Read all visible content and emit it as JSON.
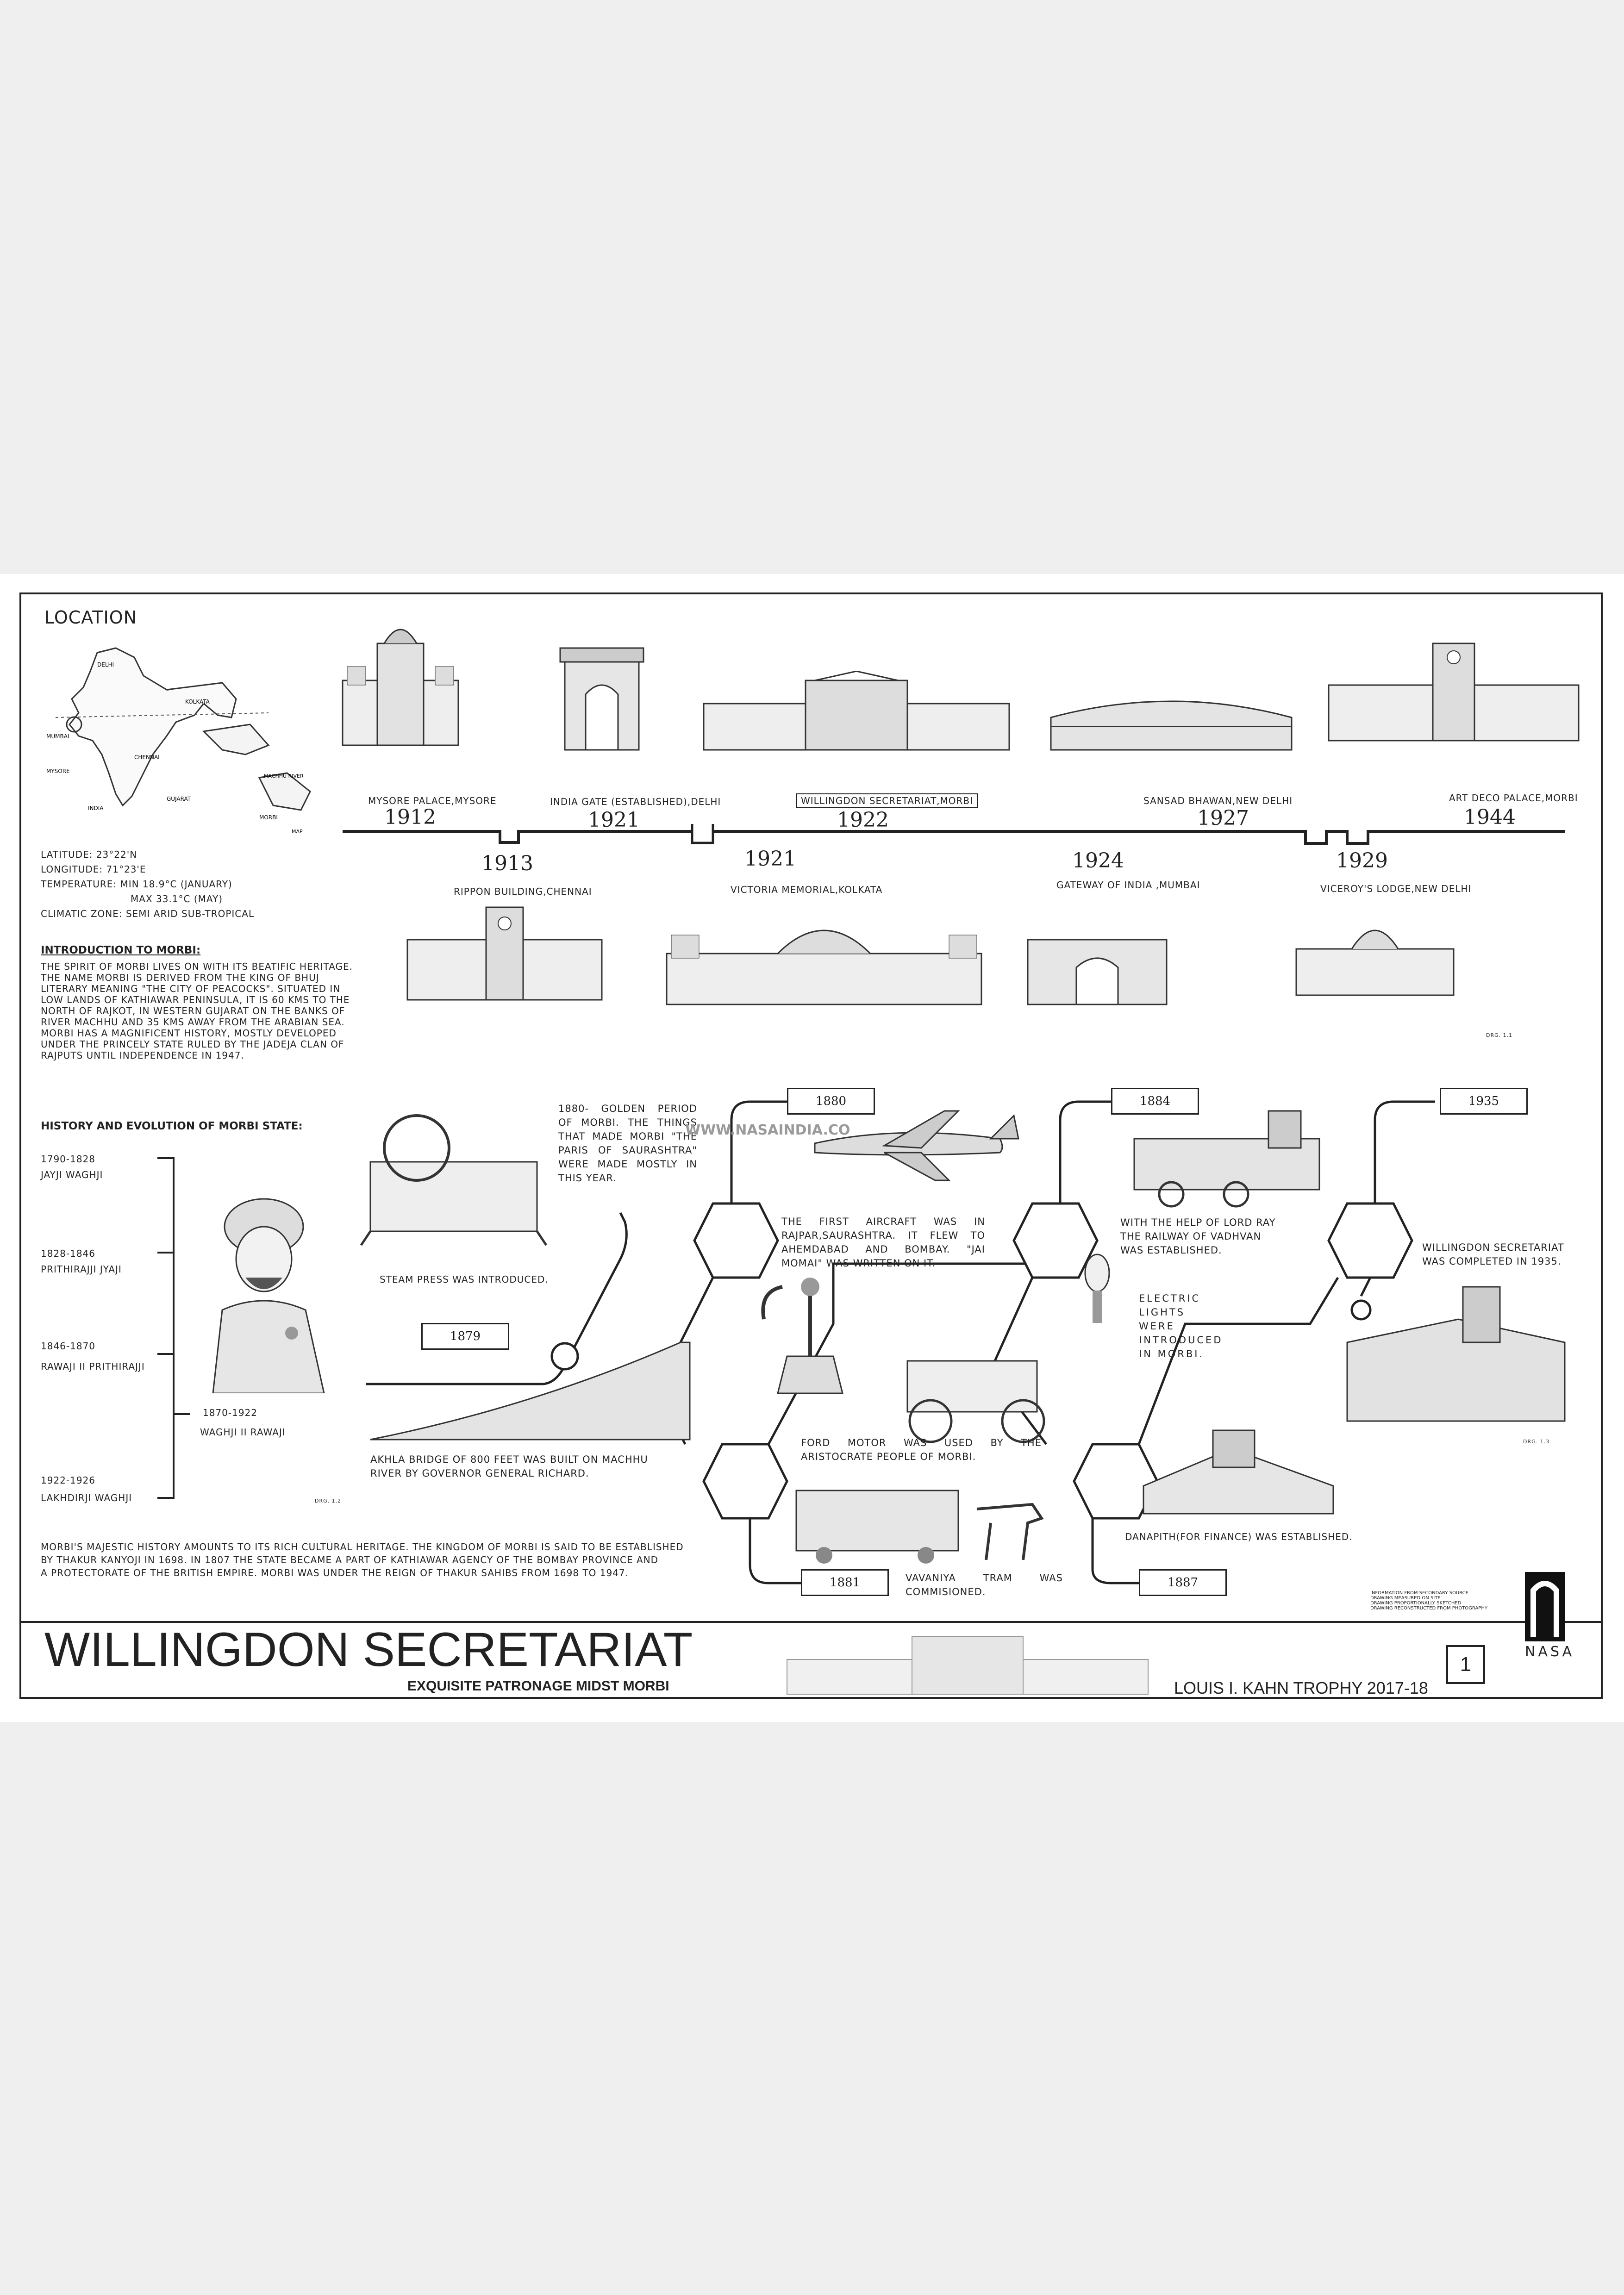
{
  "location": {
    "heading": "LOCATION",
    "map_labels": [
      "DELHI",
      "KOLKATA",
      "MUMBAI",
      "MYSORE",
      "CHENNAI",
      "INDIA",
      "GUJARAT",
      "MORBI",
      "MACHHU RIVER",
      "MAP"
    ],
    "details": [
      "LATITUDE: 23°22'N",
      "LONGITUDE: 71°23'E",
      "TEMPERATURE: MIN 18.9°C (JANUARY)",
      "MAX 33.1°C (MAY)",
      "CLIMATIC ZONE: SEMI ARID SUB-TROPICAL"
    ]
  },
  "intro": {
    "heading": "INTRODUCTION TO MORBI:",
    "lines": [
      "THE SPIRIT OF MORBI LIVES ON WITH ITS BEATIFIC HERITAGE.",
      "THE NAME MORBI IS DERIVED FROM THE KING OF BHUJ",
      "LITERARY MEANING \"THE CITY OF PEACOCKS\". SITUATED IN",
      "LOW LANDS OF KATHIAWAR PENINSULA, IT IS 60 KMS TO THE",
      "NORTH OF RAJKOT, IN WESTERN GUJARAT ON THE BANKS OF",
      "RIVER MACHHU AND 35 KMS AWAY FROM THE ARABIAN SEA.",
      "MORBI HAS A MAGNIFICENT HISTORY, MOSTLY DEVELOPED",
      "UNDER THE PRINCELY STATE RULED BY THE JADEJA CLAN OF",
      "RAJPUTS UNTIL INDEPENDENCE IN 1947."
    ]
  },
  "history": {
    "heading": "HISTORY AND EVOLUTION OF MORBI STATE:",
    "rulers": [
      {
        "years": "1790-1828",
        "name": "JAYJI WAGHJI"
      },
      {
        "years": "1828-1846",
        "name": "PRITHIRAJJI JYAJI"
      },
      {
        "years": "1846-1870",
        "name": "RAWAJI II PRITHIRAJJI"
      },
      {
        "years": "1870-1922",
        "name": "WAGHJI II RAWAJI"
      },
      {
        "years": "1922-1926",
        "name": "LAKHDIRJI WAGHJI"
      }
    ]
  },
  "timeline": {
    "top": [
      {
        "year": "1912",
        "label": "MYSORE PALACE,MYSORE"
      },
      {
        "year": "1921",
        "label": "INDIA GATE (ESTABLISHED),DELHI"
      },
      {
        "year": "1922",
        "label": "WILLINGDON SECRETARIAT,MORBI"
      },
      {
        "year": "1927",
        "label": "SANSAD BHAWAN,NEW DELHI"
      },
      {
        "year": "1944",
        "label": "ART DECO PALACE,MORBI"
      }
    ],
    "bottom": [
      {
        "year": "1913",
        "label": "RIPPON BUILDING,CHENNAI"
      },
      {
        "year": "1921",
        "label": "VICTORIA MEMORIAL,KOLKATA"
      },
      {
        "year": "1924",
        "label": "GATEWAY OF INDIA ,MUMBAI"
      },
      {
        "year": "1929",
        "label": "VICEROY'S LODGE,NEW DELHI"
      }
    ]
  },
  "events": {
    "tags": [
      "1879",
      "1880",
      "1881",
      "1884",
      "1887",
      "1935"
    ],
    "captions": {
      "steam_press": "STEAM PRESS WAS INTRODUCED.",
      "golden_period": "1880- GOLDEN PERIOD OF MORBI. THE THINGS THAT MADE MORBI \"THE PARIS OF SAURASHTRA\" WERE MADE MOSTLY IN THIS YEAR.",
      "aircraft": "THE FIRST AIRCRAFT WAS IN RAJPAR,SAURASHTRA. IT FLEW TO AHEMDABAD AND BOMBAY. \"JAI MOMAI\" WAS WRITTEN ON IT.",
      "railway": "WITH THE HELP OF LORD RAY THE RAILWAY OF VADHVAN WAS ESTABLISHED.",
      "electric": "ELECTRIC LIGHTS WERE INTRODUCED IN MORBI.",
      "secretariat": "WILLINGDON SECRETARIAT WAS COMPLETED IN 1935.",
      "bridge": "AKHLA BRIDGE OF 800 FEET WAS BUILT ON MACHHU RIVER BY GOVERNOR GENERAL RICHARD.",
      "ford": "FORD MOTOR WAS USED BY THE ARISTOCRATE PEOPLE OF MORBI.",
      "tram": "VAVANIYA TRAM WAS COMMISIONED.",
      "danapith": "DANAPITH(FOR FINANCE) WAS ESTABLISHED."
    }
  },
  "heritage_note": [
    "MORBI'S MAJESTIC HISTORY AMOUNTS TO ITS RICH CULTURAL HERITAGE. THE KINGDOM OF MORBI IS SAID TO BE ESTABLISHED",
    "BY THAKUR KANYOJI IN 1698. IN 1807 THE STATE BECAME A PART OF KATHIAWAR AGENCY OF THE BOMBAY PROVINCE AND",
    "A PROTECTORATE OF THE BRITISH EMPIRE. MORBI WAS UNDER THE REIGN OF THAKUR SAHIBS FROM 1698 TO 1947."
  ],
  "legend": [
    "INFORMATION FROM SECONDARY SOURCE",
    "DRAWING MEASURED ON SITE",
    "DRAWING PROPORTIONALLY SKETCHED",
    "DRAWING RECONSTRUCTED FROM PHOTOGRAPHY"
  ],
  "drawing_refs": [
    "DRG. 1.1",
    "DRG. 1.2",
    "DRG. 1.3"
  ],
  "watermark": "WWW.NASAINDIA.CO",
  "footer": {
    "title": "WILLINGDON SECRETARIAT",
    "subtitle": "EXQUISITE PATRONAGE MIDST MORBI",
    "trophy": "LOUIS I. KAHN TROPHY 2017-18",
    "sheet_number": "1",
    "logo_text": "NASA"
  },
  "colors": {
    "ink": "#222222",
    "paper": "#ffffff",
    "background": "#efefef"
  }
}
